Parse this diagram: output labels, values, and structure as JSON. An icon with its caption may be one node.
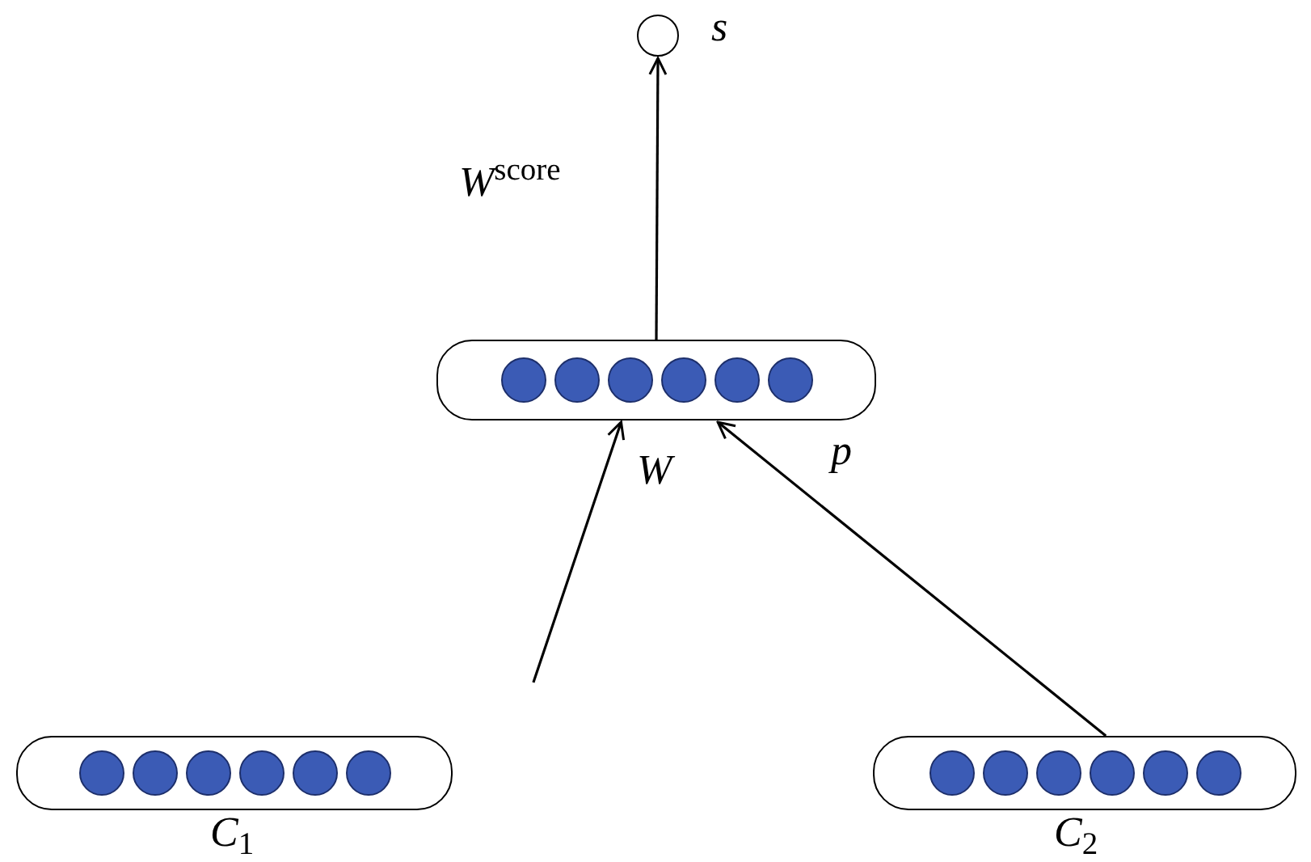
{
  "diagram": {
    "nodes": [
      {
        "text": [],
        "shape": "circle",
        "beside": [
          "s"
        ]
      },
      {
        "text": [],
        "shape": "box"
      },
      {
        "text": [],
        "shape": "box",
        "beside": [
          "*C*$_{1}$"
        ]
      },
      {
        "text": [],
        "shape": "box",
        "beside": [
          "*C*$_{2}$"
        ]
      }
    ],
    "edges": [
      {
        "from": 2,
        "to": 1,
        "arrow": "to"
      },
      {
        "from": 3,
        "to": 1,
        "arrow": "to"
      },
      {
        "from": 1,
        "to": 0,
        "arrow": "to",
        "label": "*W*$^{score}$"
      }
    ],
    "labels": [
      "W",
      "p"
    ]
  }
}
